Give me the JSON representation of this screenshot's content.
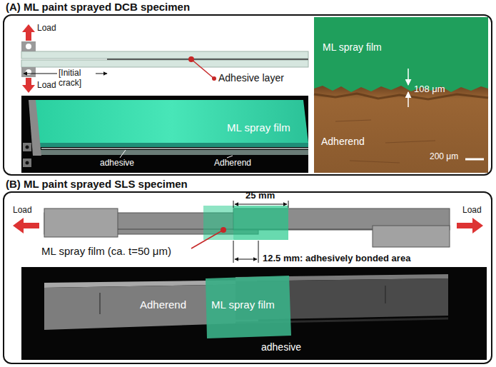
{
  "diagram": {
    "nodes": [
      {
        "text": [
          "(A) ML paint sprayed DCB specimen"
        ]
      },
      {
        "text": [
          "(B) ML paint sprayed SLS specimen"
        ]
      }
    ],
    "labels": [
      "Load",
      "Adhesive layer",
      "ML spray film",
      "Load",
      "[Initial crack]",
      "108 μm",
      "ML spray film",
      "Adherend",
      "adhesive",
      "Adherend",
      "200 μm",
      "25 mm",
      "Load",
      "Load",
      "ML spray film (ca. t=50 μm)",
      "12.5 mm: adhesively bonded area",
      "Adherend",
      "ML spray film",
      "adhesive"
    ]
  }
}
